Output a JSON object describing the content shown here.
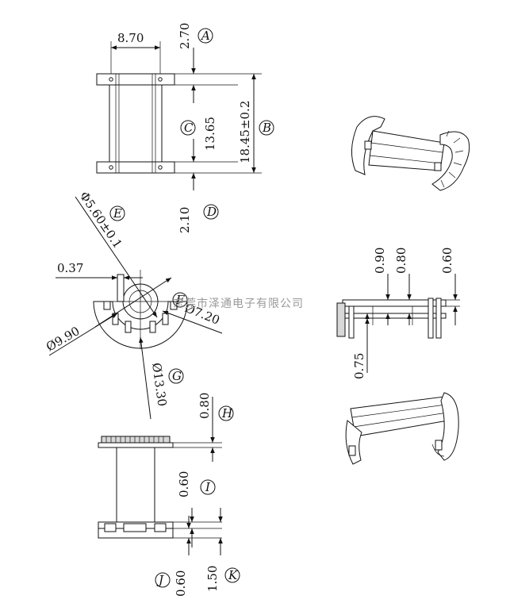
{
  "dimensions": {
    "top_width": "8.70",
    "dim_a": "2.70",
    "dim_b": "18.45±0.2",
    "dim_c": "13.65",
    "dim_d": "2.10",
    "dim_e": "Φ5.60±0.1",
    "dim_f": "Ø7.20",
    "dim_g": "Ø13.30",
    "dim_037": "0.37",
    "dim_990": "Ø9.90",
    "dim_h": "0.80",
    "dim_i": "0.60",
    "dim_j": "0.60",
    "dim_k": "1.50",
    "side_090": "0.90",
    "side_080": "0.80",
    "side_060": "0.60",
    "side_075": "0.75"
  },
  "labels": {
    "a": "A",
    "b": "B",
    "c": "C",
    "d": "D",
    "e": "E",
    "f": "F",
    "g": "G",
    "h": "H",
    "i": "I",
    "j": "J",
    "k": "K"
  },
  "watermark": "东莞市泽通电子有限公司"
}
